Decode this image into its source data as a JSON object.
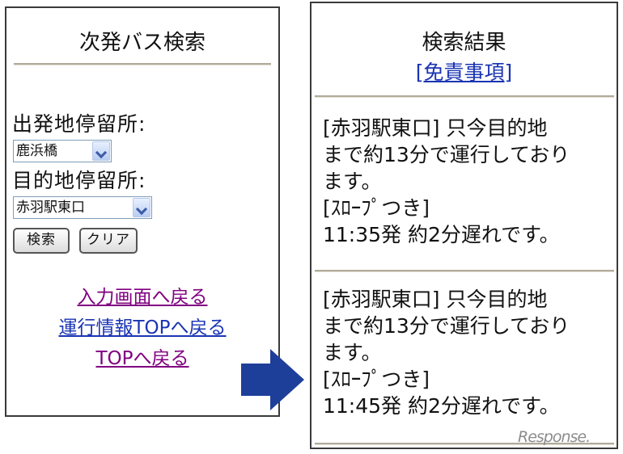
{
  "left_panel": {
    "title": "次発バス検索",
    "departure_label": "出発地停留所:",
    "departure_value": "鹿浜橋",
    "destination_label": "目的地停留所:",
    "destination_value": "赤羽駅東口",
    "search_button": "検索",
    "clear_button": "クリア",
    "links": [
      "入力画面へ戻る",
      "運行情報TOPへ戻る",
      "TOPへ戻る"
    ]
  },
  "right_panel": {
    "title": "検索結果",
    "disclaimer_link": "[免責事項]",
    "results": [
      {
        "stop": "[赤羽駅東口] 只今目的地",
        "line2": "まで約13分で運行しており",
        "line3": "ます。",
        "bus_type": "[ｽﾛｰﾌﾟつき]",
        "status": "11:35発 約2分遅れです。"
      },
      {
        "stop": "[赤羽駅東口] 只今目的地",
        "line2": "まで約13分で運行しており",
        "line3": "ます。",
        "bus_type": "[ｽﾛｰﾌﾟつき]",
        "status": "11:45発 約2分遅れです。"
      }
    ]
  },
  "watermark": "Response.",
  "colors": {
    "arrow": "#1e3f99",
    "link_visited": "#800080",
    "link_unvisited": "#1a34b4"
  },
  "icons": [
    "dropdown-arrow-icon",
    "right-arrow-icon"
  ]
}
